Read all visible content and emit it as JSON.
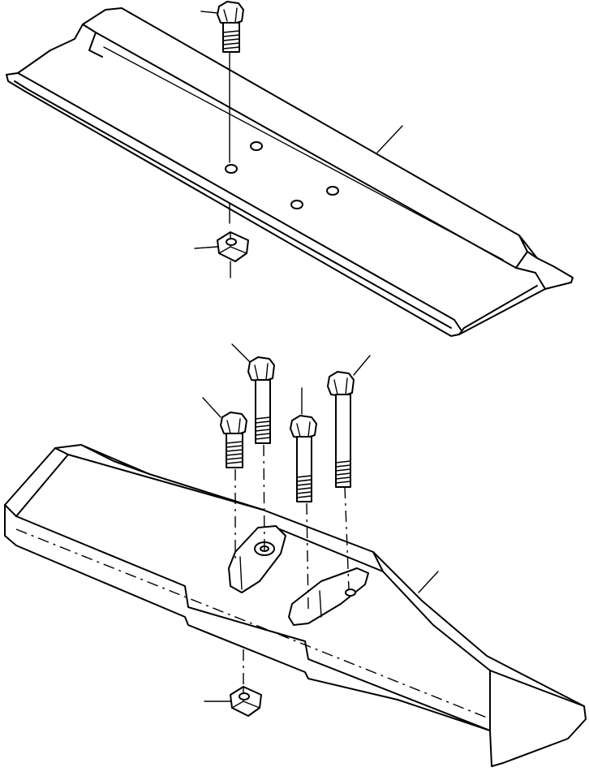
{
  "figure": {
    "kind": "exploded-parts-diagram",
    "printed_text": "",
    "parts": [
      {
        "id": "grouser-plate",
        "icon": "flat-shoe-plate"
      },
      {
        "id": "plate-bolt",
        "icon": "hex-bolt"
      },
      {
        "id": "plate-nut",
        "icon": "square-nut"
      },
      {
        "id": "bolt-a",
        "icon": "hex-bolt"
      },
      {
        "id": "bolt-b",
        "icon": "hex-bolt"
      },
      {
        "id": "bolt-c",
        "icon": "hex-bolt"
      },
      {
        "id": "bolt-d",
        "icon": "hex-bolt"
      },
      {
        "id": "wedge-shoe",
        "icon": "wedge-shoe"
      },
      {
        "id": "wedge-nut",
        "icon": "square-nut"
      }
    ],
    "colors": {
      "line": "#000000",
      "background": "#ffffff"
    }
  }
}
